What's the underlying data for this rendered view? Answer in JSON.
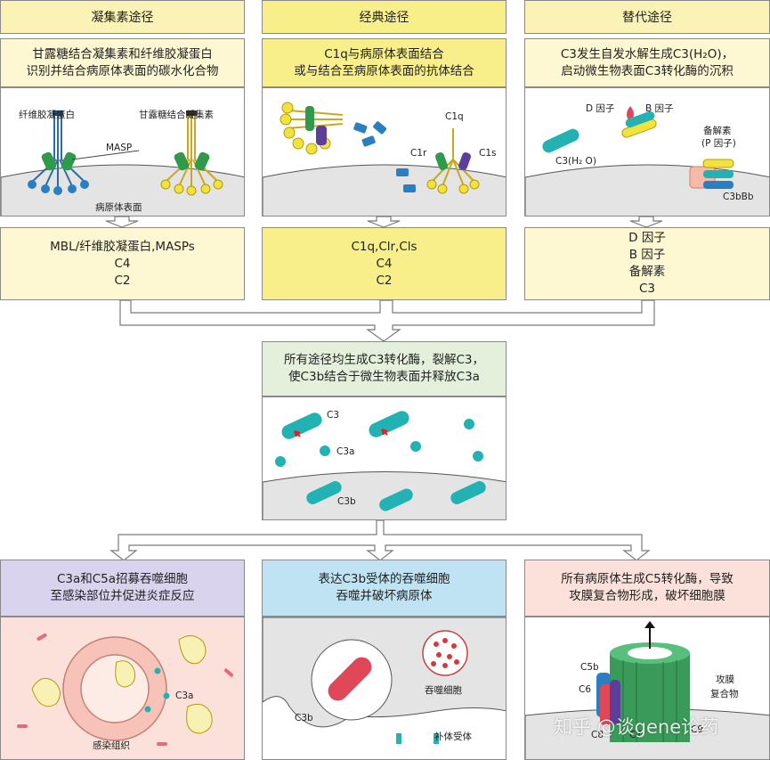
{
  "columns": {
    "lectin": {
      "title": "凝集素途径",
      "desc_line1": "甘露糖结合凝集素和纤维胶凝蛋白",
      "desc_line2": "识别并结合病原体表面的碳水化合物",
      "label_ficolin": "纤维胶凝蛋白",
      "label_mbl": "甘露糖结合凝集素",
      "label_masp": "MASP",
      "label_surface": "病原体表面",
      "components": [
        "MBL/纤维胶凝蛋白,MASPs",
        "C4",
        "C2"
      ]
    },
    "classical": {
      "title": "经典途径",
      "desc_line1": "C1q与病原体表面结合",
      "desc_line2": "或与结合至病原体表面的抗体结合",
      "label_c1q": "C1q",
      "label_c1r": "C1r",
      "label_c1s": "C1s",
      "components": [
        "C1q,Clr,Cls",
        "C4",
        "C2"
      ]
    },
    "alternative": {
      "title": "替代途径",
      "desc_line1": "C3发生自发水解生成C3(H₂O)，",
      "desc_line2": "启动微生物表面C3转化酶的沉积",
      "label_factor_d": "D 因子",
      "label_factor_b": "B 因子",
      "label_properdin": "备解素",
      "label_properdin_p": "(P 因子)",
      "label_c3h2o": "C3(H₂ O)",
      "label_c3bbb": "C3bBb",
      "components": [
        "D 因子",
        "B 因子",
        "备解素",
        "C3"
      ]
    }
  },
  "center": {
    "desc_line1": "所有途径均生成C3转化酶，裂解C3，",
    "desc_line2": "使C3b结合于微生物表面并释放C3a",
    "label_c3": "C3",
    "label_c3a": "C3a",
    "label_c3b": "C3b"
  },
  "outcomes": {
    "inflammation": {
      "desc_line1": "C3a和C5a招募吞噬细胞",
      "desc_line2": "至感染部位并促进炎症反应",
      "label_c3a": "C3a",
      "label_tissue": "感染组织"
    },
    "phagocytosis": {
      "desc_line1": "表达C3b受体的吞噬细胞",
      "desc_line2": "吞噬并破坏病原体",
      "label_phagocyte": "吞噬细胞",
      "label_c3b": "C3b",
      "label_receptor": "补体受体"
    },
    "mac": {
      "desc_line1": "所有病原体生成C5转化酶，导致",
      "desc_line2": "攻膜复合物形成，破坏细胞膜",
      "label_c5b": "C5b",
      "label_c6": "C6",
      "label_c7": "C7",
      "label_c8": "C8",
      "label_c9": "C9",
      "label_mac_1": "攻膜",
      "label_mac_2": "复合物"
    }
  },
  "watermark": "知乎 @谈gene论药",
  "colors": {
    "header_bg": "#fbf3b5",
    "header_bg_classical": "#f9ef8a",
    "comp_bg": "#fdf7d2",
    "center_bg": "#e4f0dc",
    "purple_bg": "#d9d3ee",
    "blue_bg": "#bfe3f3",
    "pink_bg": "#fbe1da",
    "surface": "#e4e4e4",
    "teal": "#22b2b4"
  }
}
